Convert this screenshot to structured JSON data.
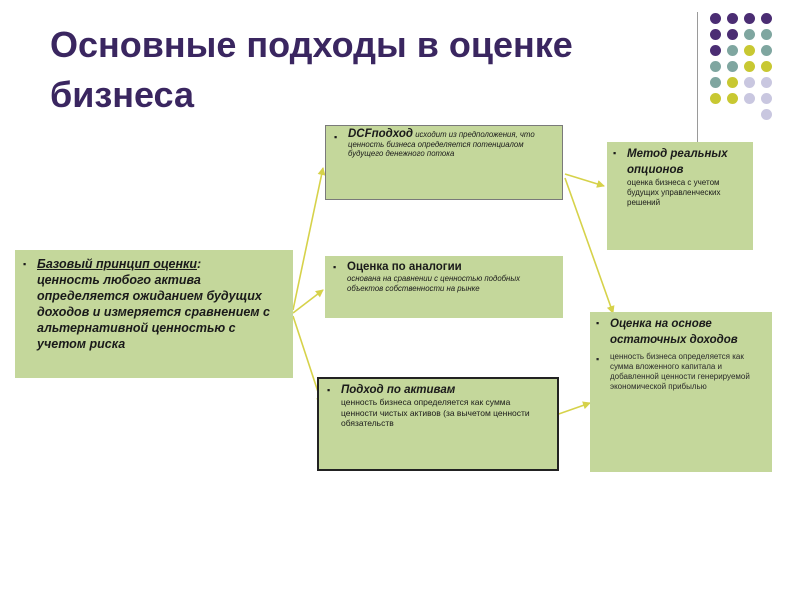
{
  "title": "Основные подходы в оценке бизнеса",
  "colors": {
    "title": "#3a2660",
    "box": "#c4d79b",
    "arrow": "#d6d24a",
    "dot_purple": "#4b2d73",
    "dot_teal": "#7fa6a0",
    "dot_yellow": "#c8c832",
    "dot_lavender": "#c9c7e0"
  },
  "boxes": {
    "base": {
      "heading": "Базовый принцип оценки",
      "suffix": ":",
      "text": "ценность любого актива определяется ожиданием будущих доходов и измеряется сравнением с альтернативной ценностью с учетом риска"
    },
    "dcf": {
      "heading": "DCFподход",
      "text": " исходит из предположения, что ценность бизнеса определяется потенциалом будущего денежного потока"
    },
    "analog": {
      "heading": "Оценка по аналогии",
      "text": "основана на сравнении с ценностью подобных объектов собственности на рынке"
    },
    "assets": {
      "heading": "Подход по активам",
      "text": "ценность бизнеса определяется как сумма ценности чистых активов (за вычетом ценности обязательств"
    },
    "options": {
      "heading": "Метод реальных опционов",
      "text": "оценка бизнеса с учетом будущих управленческих решений"
    },
    "residual": {
      "heading": "Оценка на основе остаточных доходов",
      "text": "ценность бизнеса определяется как сумма вложенного капитала и добавленной ценности генерируемой экономической прибылью"
    }
  }
}
